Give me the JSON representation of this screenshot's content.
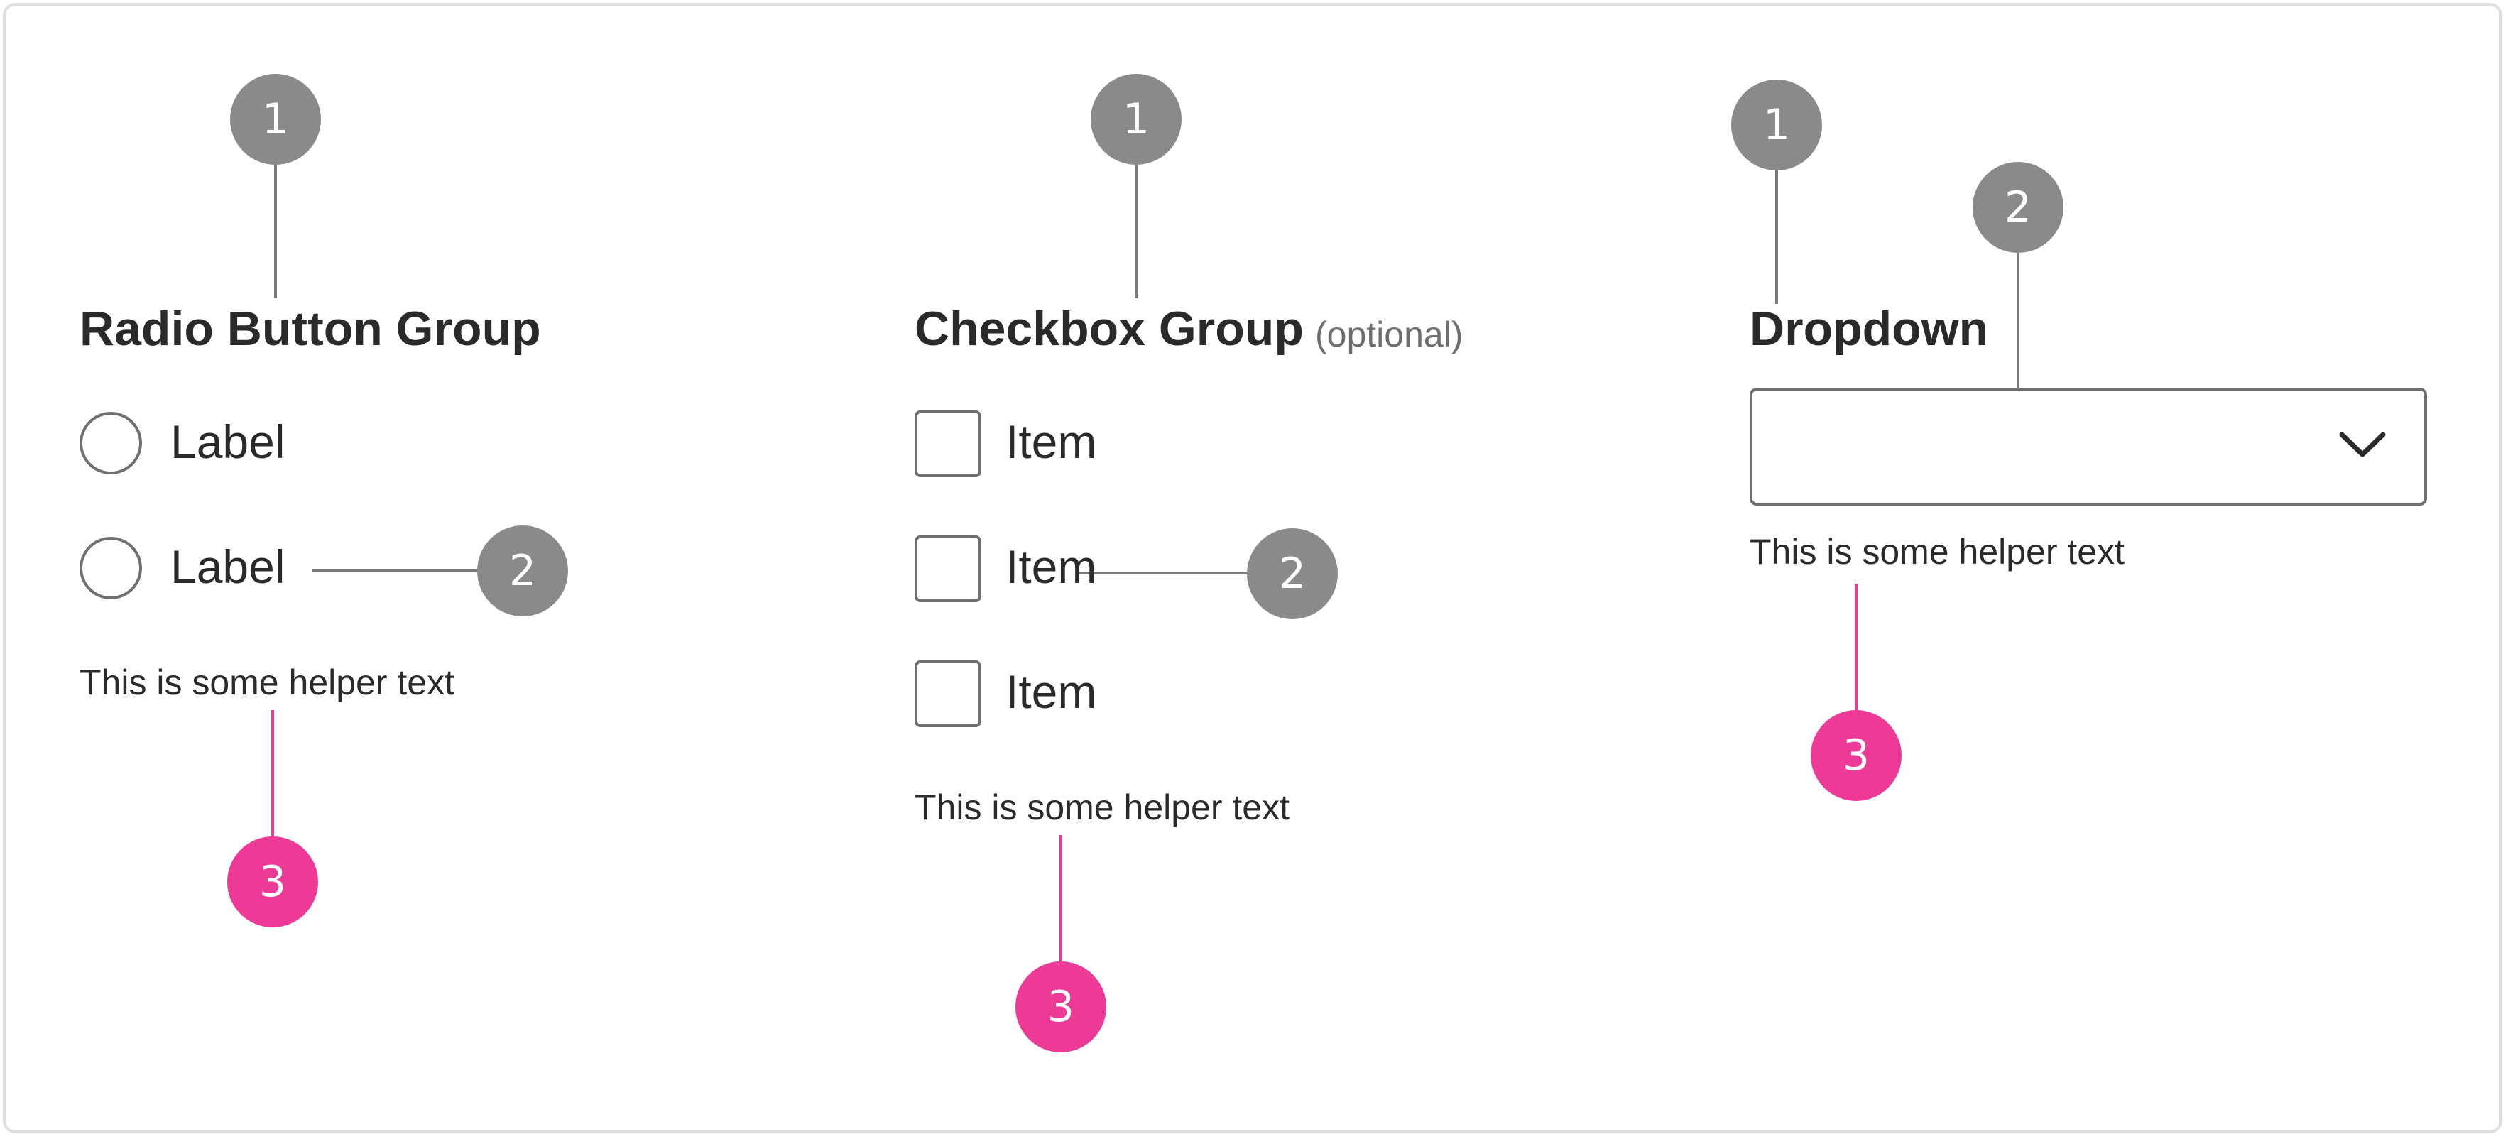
{
  "colors": {
    "callout_gray": "#8a8a8a",
    "callout_pink": "#ec3a96",
    "control_border": "#6f6f6f",
    "text": "#2a2a2a"
  },
  "radio_group": {
    "title": "Radio Button Group",
    "options": [
      "Label",
      "Label"
    ],
    "helper": "This is some helper text",
    "callouts": [
      "1",
      "2",
      "3"
    ]
  },
  "checkbox_group": {
    "title": "Checkbox Group",
    "optional": "(optional)",
    "items": [
      "Item",
      "Item",
      "Item"
    ],
    "helper": "This is some helper text",
    "callouts": [
      "1",
      "2",
      "3"
    ]
  },
  "dropdown": {
    "title": "Dropdown",
    "value": "",
    "helper": "This is some helper text",
    "icon": "chevron-down-icon",
    "callouts": [
      "1",
      "2",
      "3"
    ]
  }
}
